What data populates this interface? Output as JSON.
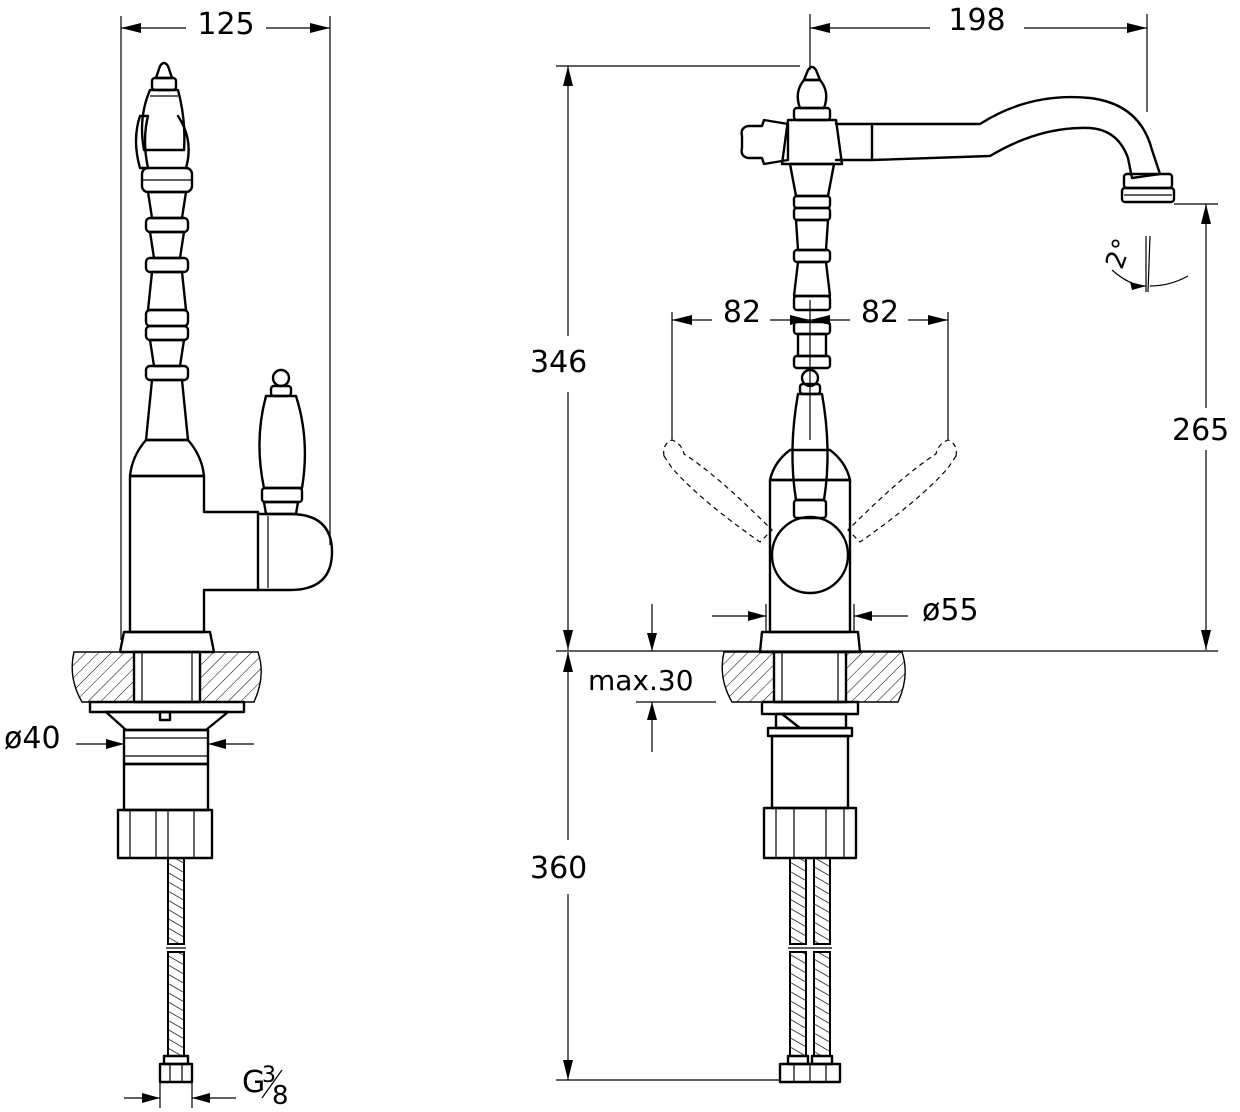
{
  "side_view": {
    "width_label": "125",
    "pipe_diameter_label": "ø40",
    "thread_label_prefix": "G",
    "thread_numerator": "3",
    "thread_denominator": "8"
  },
  "front_view": {
    "spout_reach_label": "198",
    "total_height_label": "346",
    "spout_height_label": "265",
    "under_counter_label": "360",
    "lever_left_label": "82",
    "lever_right_label": "82",
    "angle_label": "2°",
    "base_diameter_label": "ø55",
    "max_counter_label": "max.30"
  }
}
